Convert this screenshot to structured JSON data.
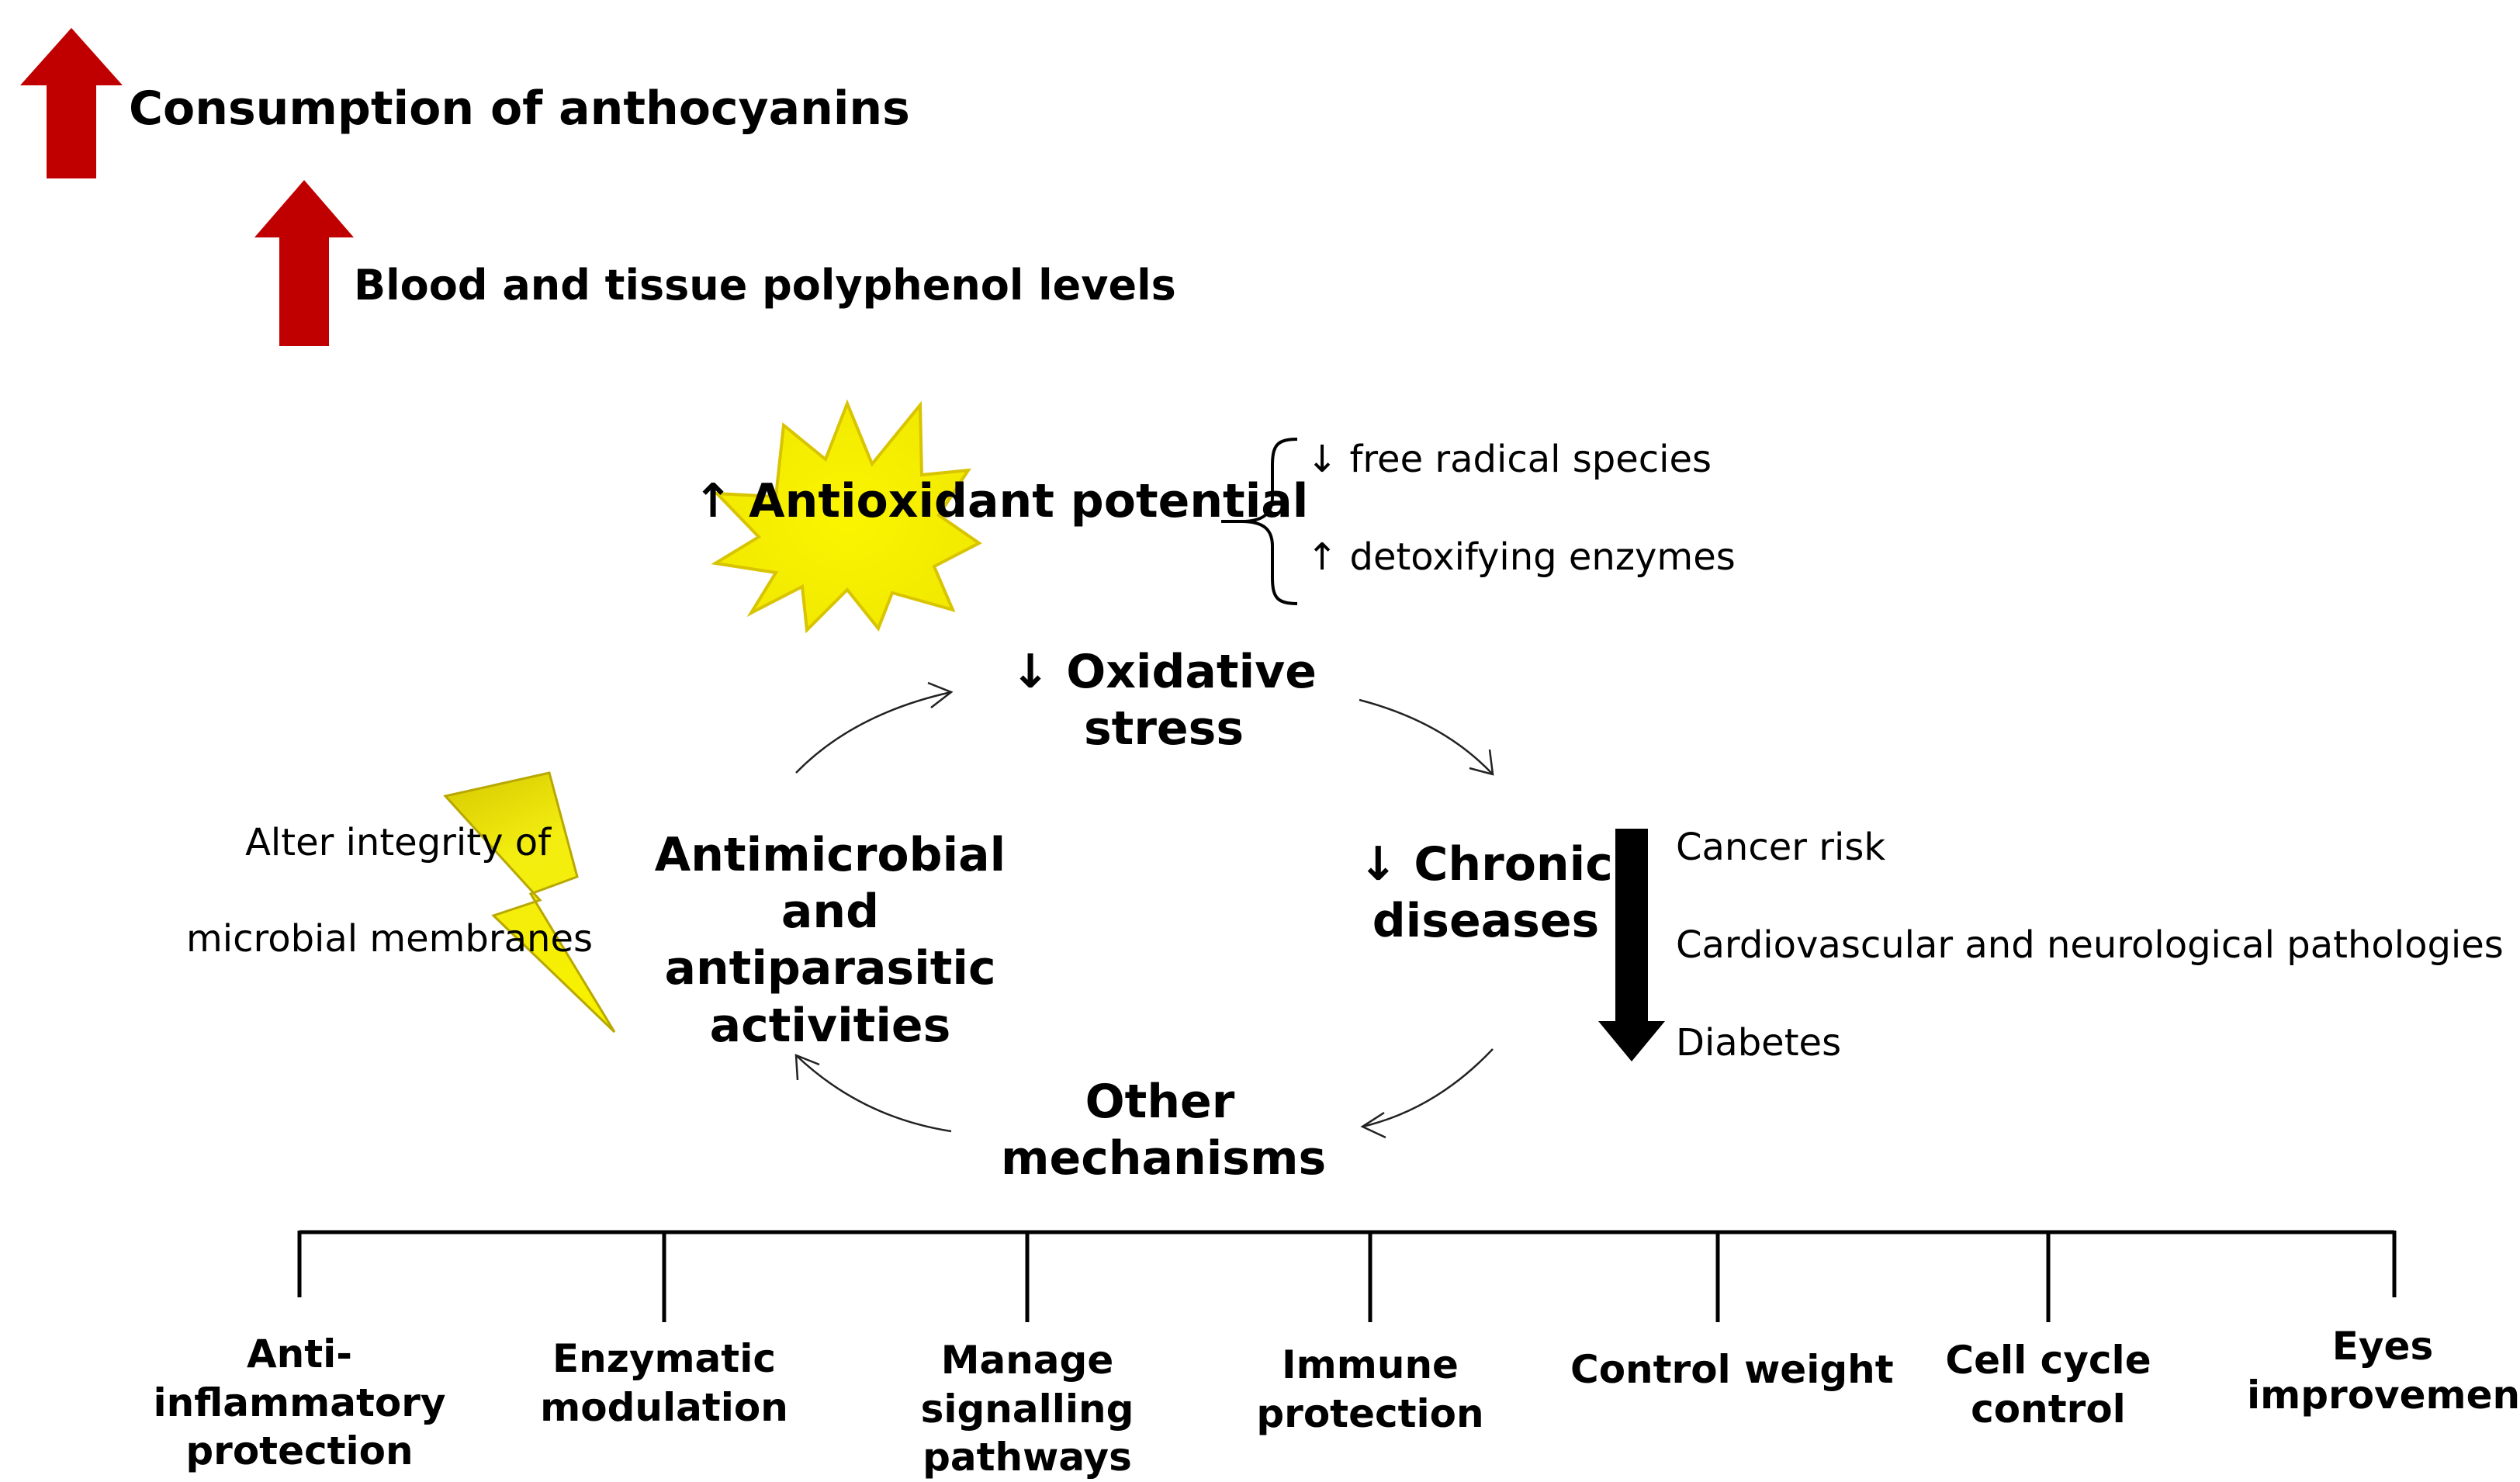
{
  "header": {
    "consumption": "Consumption of anthocyanins",
    "blood_levels": "Blood and tissue polyphenol levels"
  },
  "antioxidant": {
    "title": "↑ Antioxidant potential",
    "effects": [
      "↓ free radical species",
      "↑ detoxifying enzymes"
    ]
  },
  "cycle": {
    "oxidative": "↓ Oxidative stress",
    "chronic": "↓ Chronic diseases",
    "other": "Other mechanisms",
    "antimicrobial": "Antimicrobial and antiparasitic activities"
  },
  "antimicrobial_effect": {
    "line1": "Alter integrity of",
    "line2": "microbial membranes"
  },
  "chronic_effects": [
    "Cancer risk",
    "Cardiovascular and neurological pathologies",
    "Diabetes"
  ],
  "mechanisms": [
    "Anti-inflammatory protection",
    "Enzymatic modulation",
    "Manage signalling pathways",
    "Immune protection",
    "Control weight",
    "Cell cycle control",
    "Eyes improvement"
  ],
  "colors": {
    "red_arrow": "#c00000",
    "star_fill": "#f5ee00",
    "star_stroke": "#d8c400",
    "bolt_fill": "#f0ea00",
    "bolt_stroke": "#b8a800",
    "down_arrow": "#000000"
  }
}
